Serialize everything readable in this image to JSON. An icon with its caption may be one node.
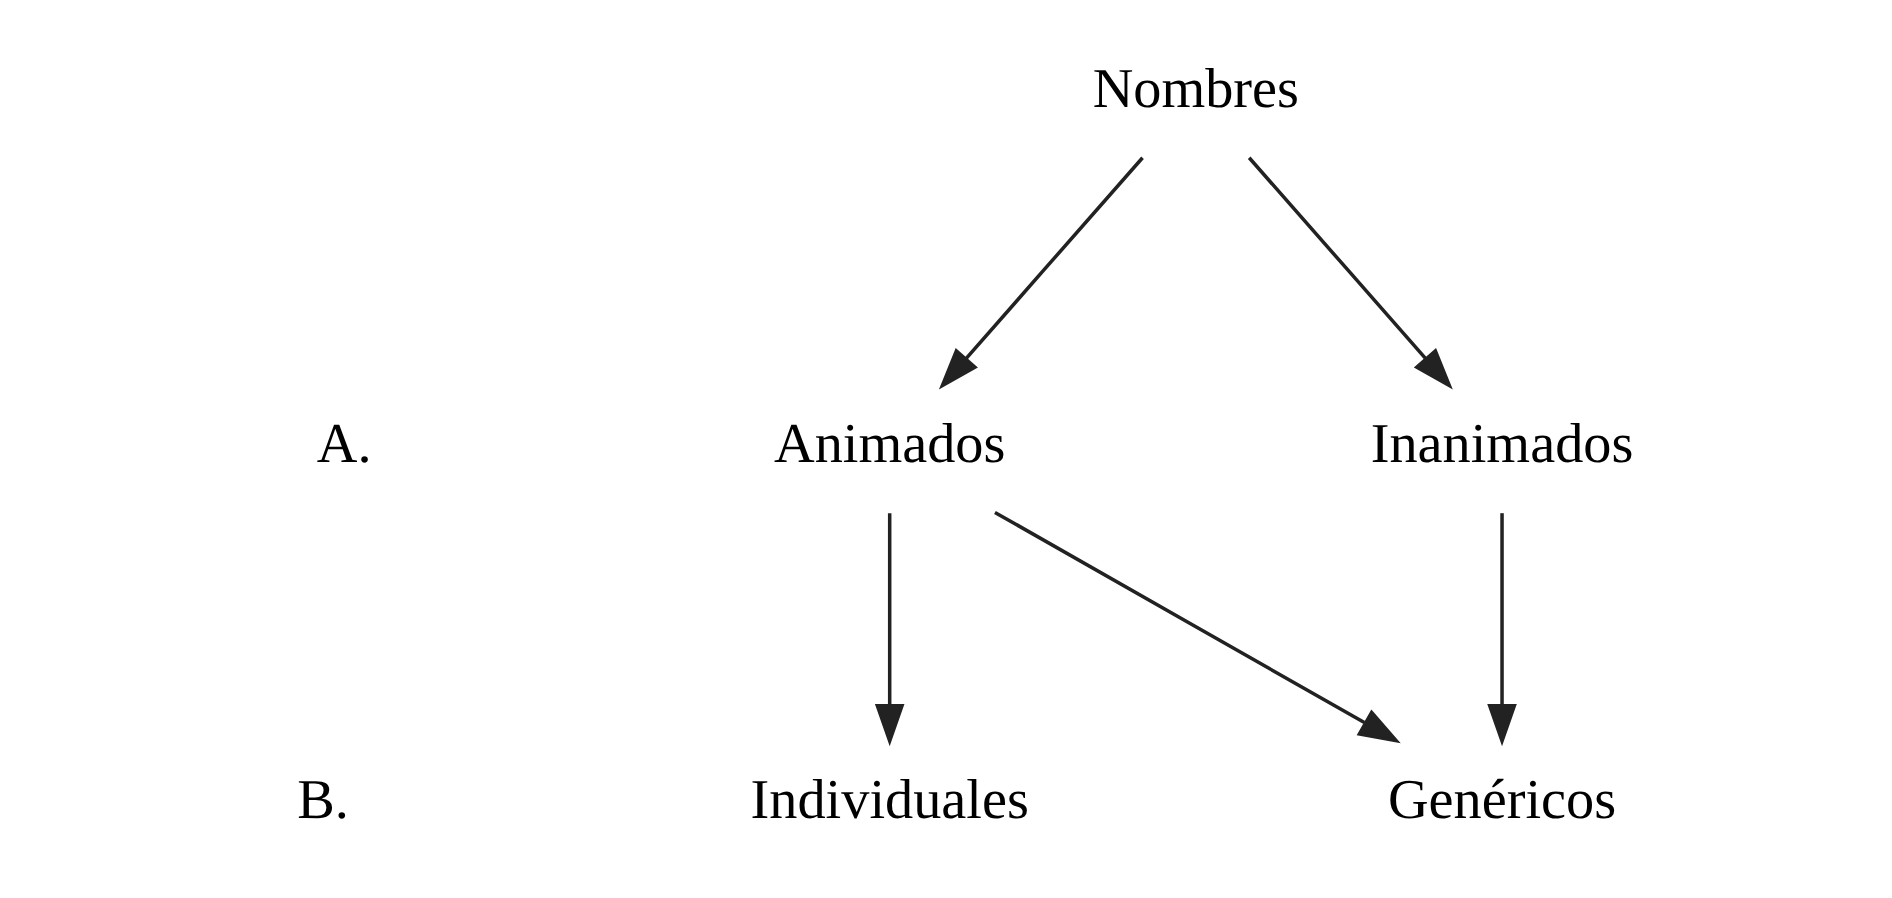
{
  "diagram": {
    "nodes": [
      {
        "text": [
          "Nombres"
        ]
      },
      {
        "text": [
          "Animados"
        ]
      },
      {
        "text": [
          "Inanimados"
        ]
      },
      {
        "text": [
          "Individuales"
        ]
      },
      {
        "text": [
          "Genéricos"
        ]
      }
    ],
    "edges": [
      {
        "from": 0,
        "to": 1,
        "arrow": "to"
      },
      {
        "from": 0,
        "to": 2,
        "arrow": "to"
      },
      {
        "from": 1,
        "to": 3,
        "arrow": "to"
      },
      {
        "from": 1,
        "to": 4,
        "arrow": "to"
      },
      {
        "from": 2,
        "to": 4,
        "arrow": "to"
      }
    ],
    "labels": [
      "A.",
      "B."
    ]
  }
}
